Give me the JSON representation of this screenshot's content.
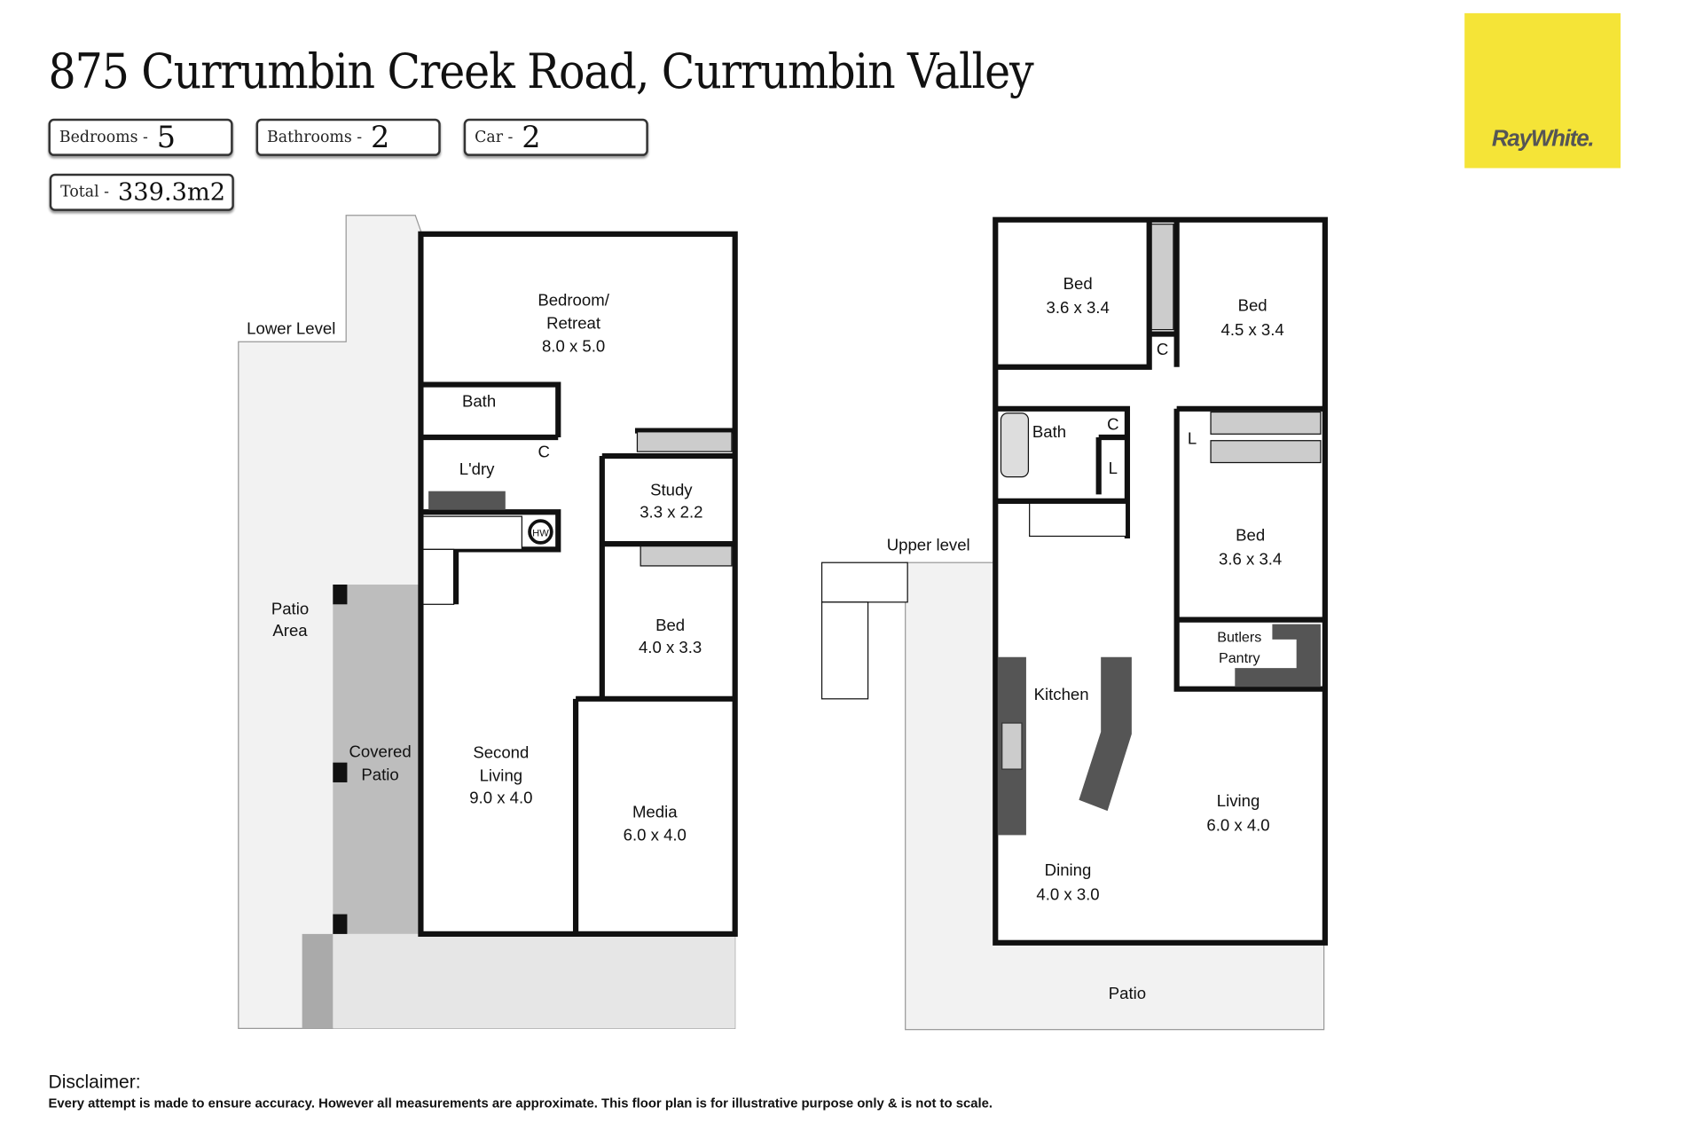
{
  "title": "875 Currumbin Creek Road, Currumbin Valley",
  "stats": {
    "bedrooms": {
      "label": "Bedrooms -",
      "value": "5"
    },
    "bathrooms": {
      "label": "Bathrooms -",
      "value": "2"
    },
    "car": {
      "label": "Car -",
      "value": "2"
    },
    "total": {
      "label": "Total -",
      "value": "339.3m2"
    }
  },
  "logo": {
    "text": "RayWhite.",
    "color": "#f5e437"
  },
  "lower": {
    "level_label": "Lower Level",
    "bedroom_retreat": [
      "Bedroom/",
      "Retreat",
      "8.0 x 5.0"
    ],
    "bath": "Bath",
    "c": "C",
    "laundry": "L'dry",
    "hw": "HW",
    "study": [
      "Study",
      "3.3 x 2.2"
    ],
    "bed": [
      "Bed",
      "4.0 x 3.3"
    ],
    "patio_area": [
      "Patio",
      "Area"
    ],
    "covered_patio": [
      "Covered",
      "Patio"
    ],
    "second_living": [
      "Second",
      "Living",
      "9.0 x 4.0"
    ],
    "media": [
      "Media",
      "6.0 x 4.0"
    ]
  },
  "upper": {
    "level_label": "Upper level",
    "bed1": [
      "Bed",
      "3.6 x 3.4"
    ],
    "bed2": [
      "Bed",
      "4.5 x 3.4"
    ],
    "bed3": [
      "Bed",
      "3.6 x 3.4"
    ],
    "c1": "C",
    "c2": "C",
    "l1": "L",
    "l2": "L",
    "bath": "Bath",
    "butlers": [
      "Butlers",
      "Pantry"
    ],
    "kitchen": "Kitchen",
    "living": [
      "Living",
      "6.0 x 4.0"
    ],
    "dining": [
      "Dining",
      "4.0 x 3.0"
    ],
    "patio": "Patio"
  },
  "disclaimer": {
    "heading": "Disclaimer:",
    "text": "Every attempt is made to ensure accuracy. However all measurements are approximate. This floor plan is for illustrative purpose only & is not to scale."
  }
}
